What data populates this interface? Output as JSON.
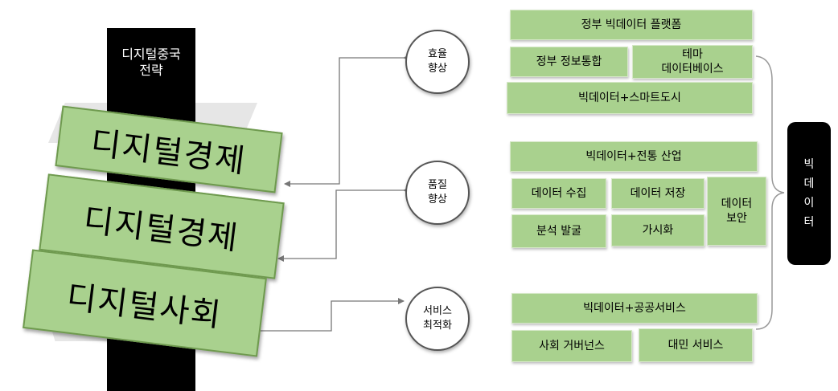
{
  "pillar": {
    "title_line1": "디지털중국",
    "title_line2": "전략"
  },
  "pillars_left": [
    {
      "label": "디지털경제"
    },
    {
      "label": "디지털경제"
    },
    {
      "label": "디지털사회"
    }
  ],
  "goals": [
    {
      "line1": "효율",
      "line2": "향상"
    },
    {
      "line1": "품질",
      "line2": "향상"
    },
    {
      "line1": "서비스",
      "line2": "최적화"
    }
  ],
  "boxes": {
    "gov_platform": "정부 빅데이터 플랫폼",
    "gov_integration": "정부 정보통합",
    "theme_db_line1": "테마",
    "theme_db_line2": "데이터베이스",
    "smart_city": "빅데이터+스마트도시",
    "traditional_industry": "빅데이터+전통 산업",
    "data_collection": "데이터 수집",
    "data_storage": "데이터 저장",
    "data_security_line1": "데이터",
    "data_security_line2": "보안",
    "analysis": "분석 발굴",
    "visualization": "가시화",
    "public_service": "빅데이터+공공서비스",
    "social_governance": "사회 거버넌스",
    "civil_service": "대민 서비스"
  },
  "bigdata": {
    "chars": [
      "빅",
      "데",
      "이",
      "터"
    ]
  },
  "colors": {
    "box_green": "#a9d18e",
    "pillar_black": "#000000",
    "line_gray": "#777777"
  }
}
